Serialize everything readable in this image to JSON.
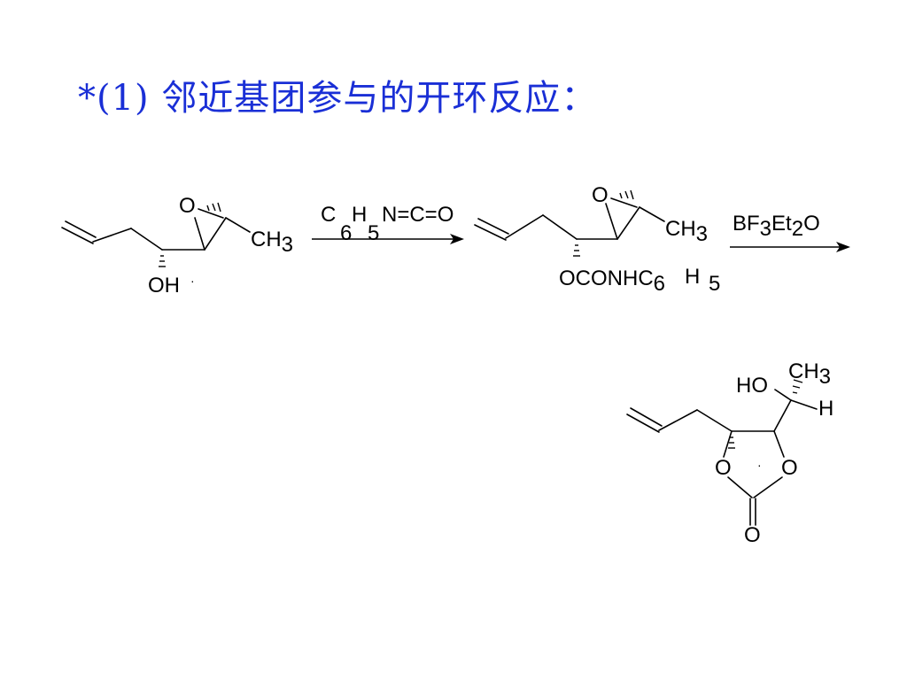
{
  "slide": {
    "title": "*(1) 邻近基团参与的开环反应："
  },
  "scheme": {
    "reactant": {
      "epoxide_o": "O",
      "methyl": "CH3",
      "methyl_main": "CH",
      "methyl_sub": "3",
      "hydroxyl": "OH",
      "dot": "·"
    },
    "reagent1": {
      "c": "C",
      "h": "H",
      "sub6": "6",
      "sub5": "5",
      "tail": "N=C=O"
    },
    "intermediate": {
      "epoxide_o": "O",
      "methyl_main": "CH",
      "methyl_sub": "3",
      "carbamate_main": "OCONHC",
      "carbamate_sub6": "6",
      "carbamate_h": "H",
      "carbamate_sub5": "5"
    },
    "reagent2": {
      "bf": "BF",
      "sub3": "3",
      "et": "Et",
      "sub2": "2",
      "o": "O"
    },
    "product": {
      "ho": "HO",
      "methyl_main": "CH",
      "methyl_sub": "3",
      "h": "H",
      "ring_o_left": "O",
      "ring_o_right": "O",
      "carbonyl_o": "O",
      "dot": "·"
    }
  }
}
